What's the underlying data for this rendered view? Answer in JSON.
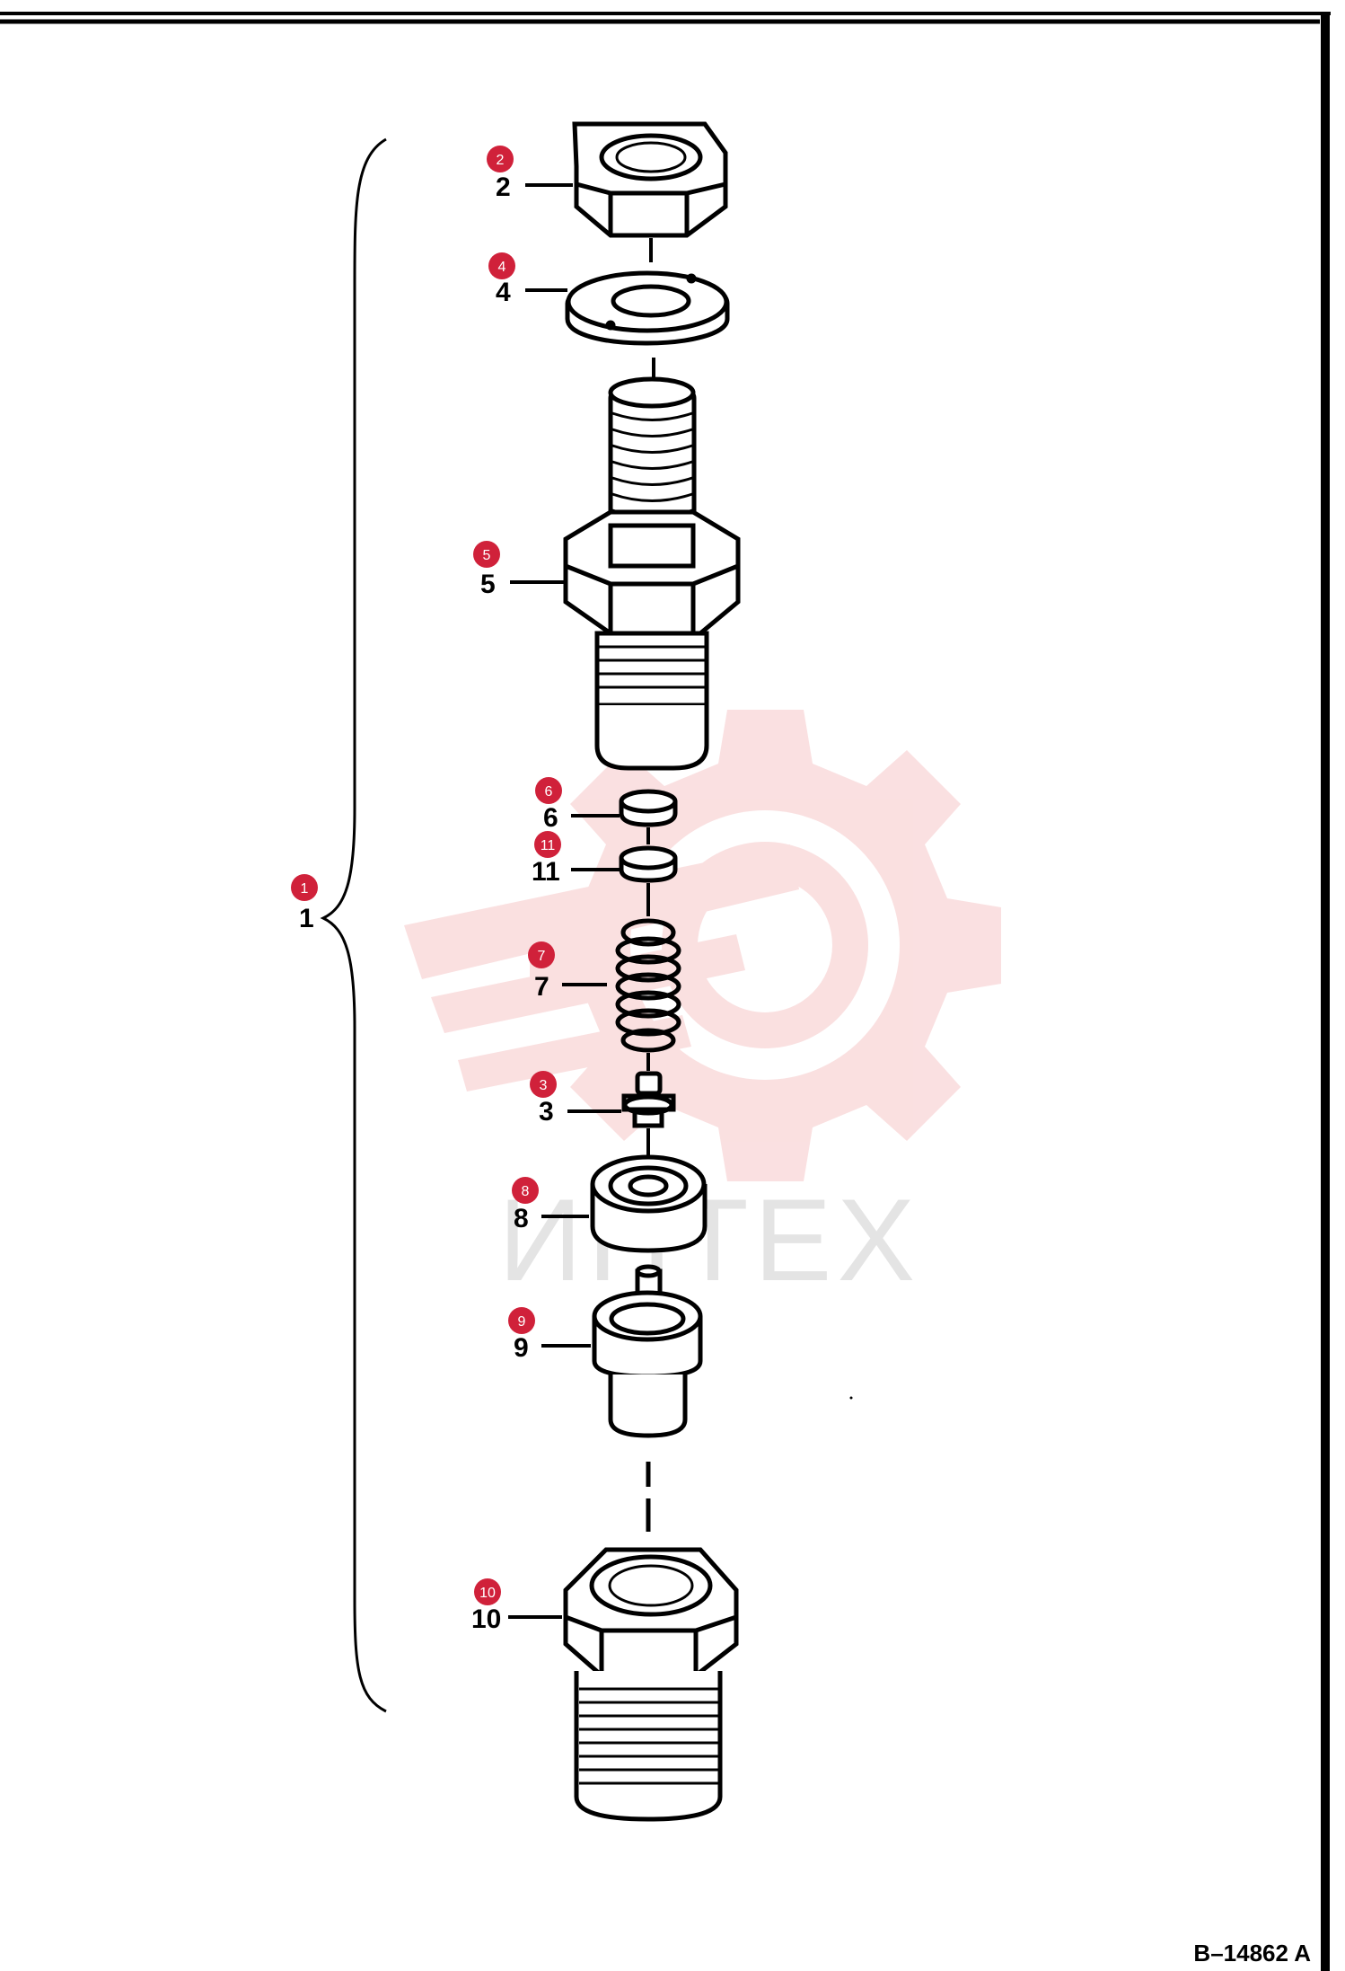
{
  "drawing_id": "B–14862 A",
  "watermark": {
    "text": "ИНТЕХ",
    "color": "#f6c7c8"
  },
  "badge_color": "#d0213a",
  "callouts": [
    {
      "num": "1",
      "label": "1"
    },
    {
      "num": "2",
      "label": "2"
    },
    {
      "num": "4",
      "label": "4"
    },
    {
      "num": "5",
      "label": "5"
    },
    {
      "num": "6",
      "label": "6"
    },
    {
      "num": "11",
      "label": "11"
    },
    {
      "num": "7",
      "label": "7"
    },
    {
      "num": "3",
      "label": "3"
    },
    {
      "num": "8",
      "label": "8"
    },
    {
      "num": "9",
      "label": "9"
    },
    {
      "num": "10",
      "label": "10"
    }
  ]
}
